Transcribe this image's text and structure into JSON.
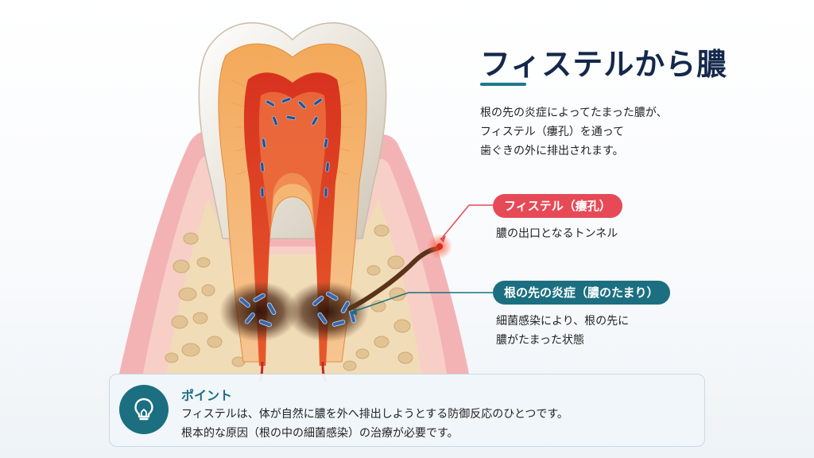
{
  "title": "フィステルから膿",
  "description": [
    "根の先の炎症によってたまった膿が、",
    "フィステル（瘻孔）を通って",
    "歯ぐきの外に排出されます。"
  ],
  "labels": {
    "fistula": {
      "badge": "フィステル（瘻孔）",
      "text": "膿の出口となるトンネル"
    },
    "inflammation": {
      "badge": "根の先の炎症（膿のたまり）",
      "lines": [
        "細菌感染により、根の先に",
        "膿がたまった状態"
      ]
    }
  },
  "point": {
    "heading": "ポイント",
    "lines": [
      "フィステルは、体が自然に膿を外へ排出しようとする防御反応のひとつです。",
      "根本的な原因（根の中の細菌感染）の治療が必要です。"
    ],
    "icon": "lightbulb-icon"
  },
  "colors": {
    "navy": "#14284b",
    "teal": "#1b6f80",
    "red": "#e64a57"
  }
}
